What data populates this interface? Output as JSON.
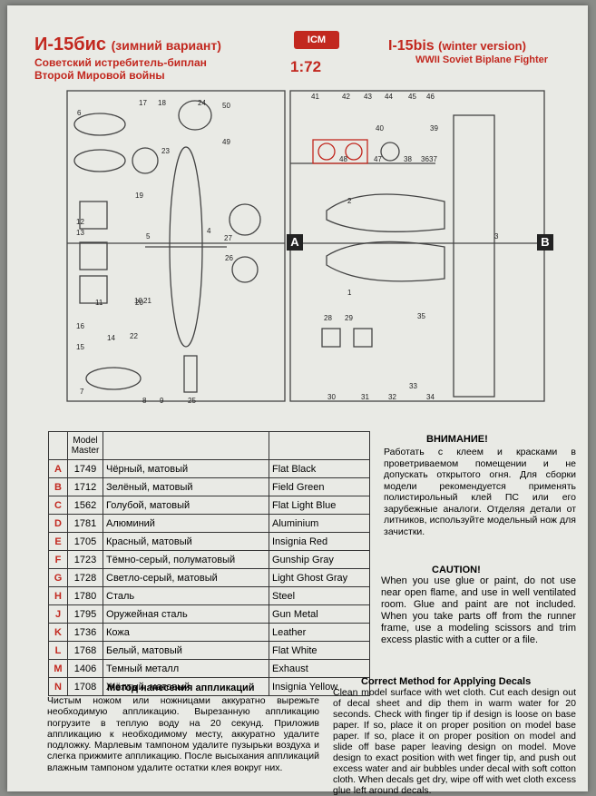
{
  "header": {
    "title_ru": "И-15бис",
    "title_ru_variant": "(зимний вариант)",
    "subtitle_ru_line1": "Советский истребитель-биплан",
    "subtitle_ru_line2": "Второй Мировой войны",
    "brand": "ICM",
    "scale": "1:72",
    "title_en": "I-15bis",
    "title_en_variant": "(winter version)",
    "subtitle_en": "WWII Soviet Biplane Fighter"
  },
  "sprue_labels": {
    "a": "A",
    "b": "B"
  },
  "part_numbers": [
    "1",
    "2",
    "3",
    "4",
    "5",
    "6",
    "7",
    "8",
    "9",
    "10",
    "11",
    "12",
    "13",
    "14",
    "15",
    "16",
    "17",
    "18",
    "19",
    "20",
    "21",
    "22",
    "23",
    "24",
    "25",
    "26",
    "27",
    "28",
    "29",
    "30",
    "31",
    "32",
    "33",
    "34",
    "35",
    "36",
    "37",
    "38",
    "39",
    "40",
    "41",
    "42",
    "43",
    "44",
    "45",
    "46",
    "47",
    "48",
    "49",
    "50"
  ],
  "paint_table": {
    "header_code": "Model Master",
    "rows": [
      {
        "letter": "A",
        "code": "1749",
        "ru": "Чёрный, матовый",
        "en": "Flat Black"
      },
      {
        "letter": "B",
        "code": "1712",
        "ru": "Зелёный, матовый",
        "en": "Field Green"
      },
      {
        "letter": "C",
        "code": "1562",
        "ru": "Голубой, матовый",
        "en": "Flat Light Blue"
      },
      {
        "letter": "D",
        "code": "1781",
        "ru": "Алюминий",
        "en": "Aluminium"
      },
      {
        "letter": "E",
        "code": "1705",
        "ru": "Красный, матовый",
        "en": "Insignia Red"
      },
      {
        "letter": "F",
        "code": "1723",
        "ru": "Тёмно-серый, полуматовый",
        "en": "Gunship Gray"
      },
      {
        "letter": "G",
        "code": "1728",
        "ru": "Светло-серый, матовый",
        "en": "Light Ghost Gray"
      },
      {
        "letter": "H",
        "code": "1780",
        "ru": "Сталь",
        "en": "Steel"
      },
      {
        "letter": "J",
        "code": "1795",
        "ru": "Оружейная сталь",
        "en": "Gun Metal"
      },
      {
        "letter": "K",
        "code": "1736",
        "ru": "Кожа",
        "en": "Leather"
      },
      {
        "letter": "L",
        "code": "1768",
        "ru": "Белый, матовый",
        "en": "Flat White"
      },
      {
        "letter": "M",
        "code": "1406",
        "ru": "Темный металл",
        "en": "Exhaust"
      },
      {
        "letter": "N",
        "code": "1708",
        "ru": "Жёлтый, матовый",
        "en": "Insignia Yellow"
      }
    ]
  },
  "warning_ru": {
    "title": "ВНИМАНИЕ!",
    "text": "Работать с клеем и красками в проветриваемом помещении и не допускать открытого огня. Для сборки модели рекомендуется применять полистирольный клей ПС или его зарубежные аналоги. Отделяя детали от литников, используйте модельный нож для зачистки."
  },
  "caution_en": {
    "title": "CAUTION!",
    "text": "When you use glue or paint, do not use near open flame, and use in well ventilated room. Glue and paint are not included. When you take parts off from the runner frame, use a modeling scissors and trim excess plastic with a cutter or a file."
  },
  "decal_ru": {
    "title": "Метод нанесения аппликаций",
    "text": "Чистым ножом или ножницами аккуратно вырежьте необходимую аппликацию. Вырезанную аппликацию погрузите в теплую воду на 20 секунд. Приложив аппликацию к необходимому месту, аккуратно удалите подложку. Марлевым тампоном удалите пузырьки воздуха и слегка прижмите аппликацию. После высыхания аппликаций влажным тампоном удалите остатки клея вокруг них."
  },
  "decal_en": {
    "title": "Correct Method for Applying Decals",
    "text": "Clean model surface with wet cloth. Cut each design out of decal sheet and dip them in warm water for 20 seconds. Check with finger tip if design is loose on base paper. If so, place it on proper position on model base paper. If so, place it on proper position on model and slide off base paper leaving design on model. Move design to exact position with wet finger tip, and push out excess water and air bubbles under decal with soft cotton cloth. When decals get dry, wipe off with wet cloth excess glue left around decals."
  },
  "colors": {
    "accent_red": "#c2281f",
    "paper": "#e9eae5",
    "ink": "#222222"
  }
}
